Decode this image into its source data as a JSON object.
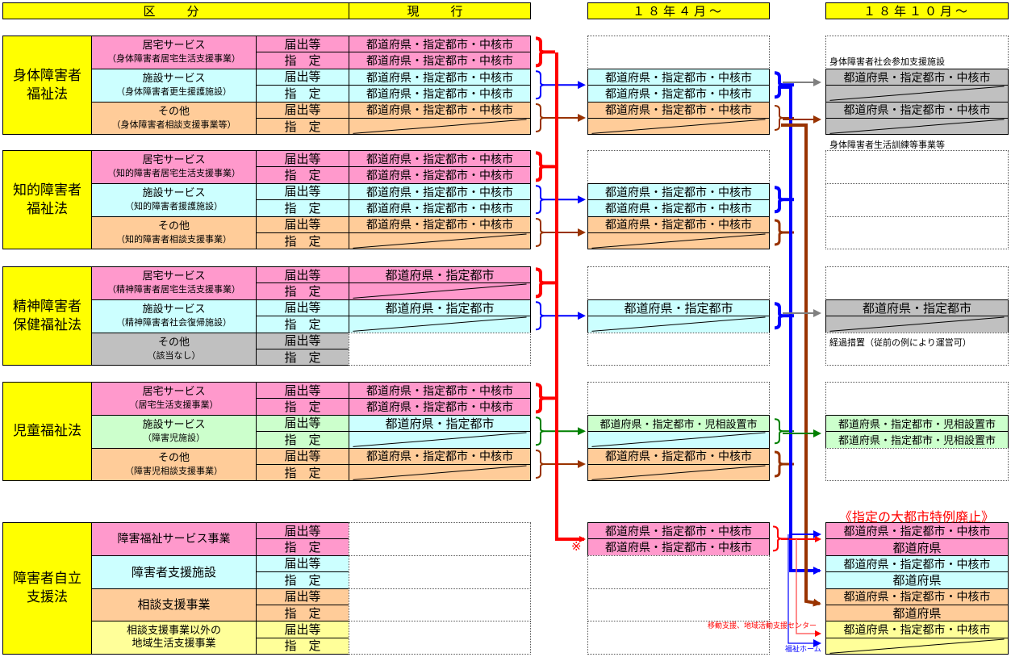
{
  "headers": {
    "category": "区　分",
    "current": "現　行",
    "april": "１８年４月～",
    "october": "１８年１０月～"
  },
  "row_labels": [
    "届出等",
    "指　定"
  ],
  "palette": {
    "pink": "#ff99cc",
    "cyan": "#ccffff",
    "peach": "#ffcc99",
    "gray": "#c0c0c0",
    "green": "#ccffcc",
    "lightyellow": "#ffff99",
    "law": "#ffff00"
  },
  "groups": [
    {
      "law": "身体障害者\n福祉法",
      "services": [
        {
          "name": "居宅サービス",
          "sub": "（身体障害者居宅生活支援事業）",
          "color": "pink",
          "current": [
            "都道府県・指定都市・中核市",
            "都道府県・指定都市・中核市"
          ]
        },
        {
          "name": "施設サービス",
          "sub": "（身体障害者更生援護施設）",
          "color": "cyan",
          "current": [
            "都道府県・指定都市・中核市",
            "都道府県・指定都市・中核市"
          ]
        },
        {
          "name": "その他",
          "sub": "（身体障害者相談支援事業等）",
          "color": "peach",
          "current": [
            "都道府県・指定都市・中核市",
            null
          ]
        }
      ],
      "april": [
        null,
        {
          "color": "cyan",
          "rows": [
            "都道府県・指定都市・中核市",
            "都道府県・指定都市・中核市"
          ]
        },
        {
          "color": "peach",
          "rows": [
            "都道府県・指定都市・中核市",
            null
          ]
        }
      ],
      "october": [
        null,
        {
          "color": "gray",
          "rows": [
            "都道府県・指定都市・中核市",
            null
          ]
        },
        {
          "color": "gray",
          "rows": [
            "都道府県・指定都市・中核市",
            null
          ]
        }
      ]
    },
    {
      "law": "知的障害者\n福祉法",
      "services": [
        {
          "name": "居宅サービス",
          "sub": "（知的障害者居宅生活支援事業）",
          "color": "pink",
          "current": [
            "都道府県・指定都市・中核市",
            "都道府県・指定都市・中核市"
          ]
        },
        {
          "name": "施設サービス",
          "sub": "（知的障害者援護施設）",
          "color": "cyan",
          "current": [
            "都道府県・指定都市・中核市",
            "都道府県・指定都市・中核市"
          ]
        },
        {
          "name": "その他",
          "sub": "（知的障害者相談支援事業）",
          "color": "peach",
          "current": [
            "都道府県・指定都市・中核市",
            null
          ]
        }
      ],
      "april": [
        null,
        {
          "color": "cyan",
          "rows": [
            "都道府県・指定都市・中核市",
            "都道府県・指定都市・中核市"
          ]
        },
        {
          "color": "peach",
          "rows": [
            "都道府県・指定都市・中核市",
            null
          ]
        }
      ],
      "october": [
        null,
        null,
        null
      ]
    },
    {
      "law": "精神障害者\n保健福祉法",
      "services": [
        {
          "name": "居宅サービス",
          "sub": "（精神障害者居宅生活支援事業）",
          "color": "pink",
          "current": [
            "都道府県・指定都市",
            null
          ]
        },
        {
          "name": "施設サービス",
          "sub": "（精神障害者社会復帰施設）",
          "color": "cyan",
          "current": [
            "都道府県・指定都市",
            null
          ]
        },
        {
          "name": "その他",
          "sub": "（該当なし）",
          "color": "gray",
          "current": "none"
        }
      ],
      "april": [
        null,
        {
          "color": "cyan",
          "rows": [
            "都道府県・指定都市",
            null
          ]
        },
        null
      ],
      "october": [
        null,
        {
          "color": "gray",
          "rows": [
            "都道府県・指定都市",
            null
          ]
        },
        null
      ]
    },
    {
      "law": "児童福祉法",
      "services": [
        {
          "name": "居宅サービス",
          "sub": "（居宅生活支援事業）",
          "color": "pink",
          "current": [
            "都道府県・指定都市・中核市",
            "都道府県・指定都市・中核市"
          ]
        },
        {
          "name": "施設サービス",
          "sub": "（障害児施設）",
          "color": "green",
          "ccolor": "cyan",
          "current": [
            "都道府県・指定都市",
            null
          ]
        },
        {
          "name": "その他",
          "sub": "（障害児相談支援事業）",
          "color": "peach",
          "current": [
            "都道府県・指定都市・中核市",
            null
          ]
        }
      ],
      "april": [
        null,
        {
          "color": "green",
          "color2": "cyan",
          "rows": [
            "都道府県・指定都市・児相設置市",
            null
          ]
        },
        {
          "color": "peach",
          "rows": [
            "都道府県・指定都市・中核市",
            null
          ]
        }
      ],
      "october": [
        null,
        {
          "color": "green",
          "rows": [
            "都道府県・指定都市・児相設置市",
            "都道府県・指定都市・児相設置市"
          ]
        },
        null
      ]
    },
    {
      "law": "障害者自立\n支援法",
      "services": [
        {
          "name": "障害福祉サービス事業",
          "sub": "",
          "color": "pink",
          "current": "none"
        },
        {
          "name": "障害者支援施設",
          "sub": "",
          "color": "cyan",
          "big": true,
          "current": "none"
        },
        {
          "name": "相談支援事業",
          "sub": "",
          "color": "peach",
          "big": true,
          "current": "none"
        },
        {
          "name": "相談支援事業以外の",
          "sub": "地域生活支援事業",
          "color": "lightyellow",
          "current": "none"
        }
      ],
      "april": [
        {
          "color": "pink",
          "rows": [
            "都道府県・指定都市・中核市",
            "都道府県・指定都市・中核市"
          ]
        },
        null,
        null,
        null
      ],
      "october": [
        {
          "color": "pink",
          "rows": [
            "都道府県・指定都市・中核市",
            "都道府県"
          ]
        },
        {
          "color": "cyan",
          "rows": [
            "都道府県・指定都市・中核市",
            "都道府県"
          ]
        },
        {
          "color": "peach",
          "rows": [
            "都道府県・指定都市・中核市",
            "都道府県"
          ]
        },
        {
          "color": "lightyellow",
          "rows": [
            "都道府県・指定都市・中核市",
            null
          ]
        }
      ]
    }
  ],
  "captions": {
    "social_participation": "身体障害者社会参加支援施設",
    "life_training": "身体障害者生活訓練等事業等",
    "transitional": "経過措置（従前の例により運営可）",
    "abolition": "《指定の大都市特例廃止》",
    "mobility": "移動支援、地域活動支援センター",
    "welfare_home": "福祉ホーム",
    "note_mark": "※"
  }
}
